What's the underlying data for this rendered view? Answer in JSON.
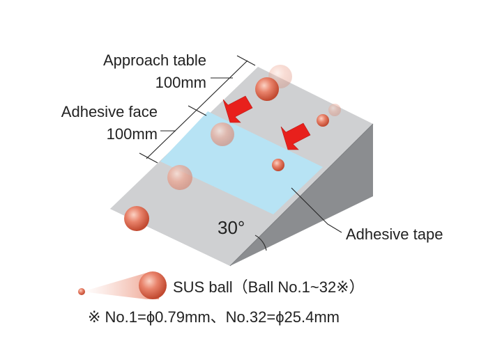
{
  "labels": {
    "approach_table": "Approach table",
    "approach_length": "100mm",
    "adhesive_face": "Adhesive face",
    "adhesive_length": "100mm",
    "angle": "30°",
    "adhesive_tape": "Adhesive tape"
  },
  "legend": {
    "ball_label": "SUS ball（Ball No.1~32※）",
    "note": "※ No.1=ϕ0.79mm、No.32=ϕ25.4mm"
  },
  "colors": {
    "ramp_top": "#cfd0d2",
    "ramp_side": "#8b8d90",
    "ramp_front": "#a9abae",
    "adhesive_tape": "#b7e3f4",
    "ball": "#e2735a",
    "arrow": "#e8201c"
  }
}
